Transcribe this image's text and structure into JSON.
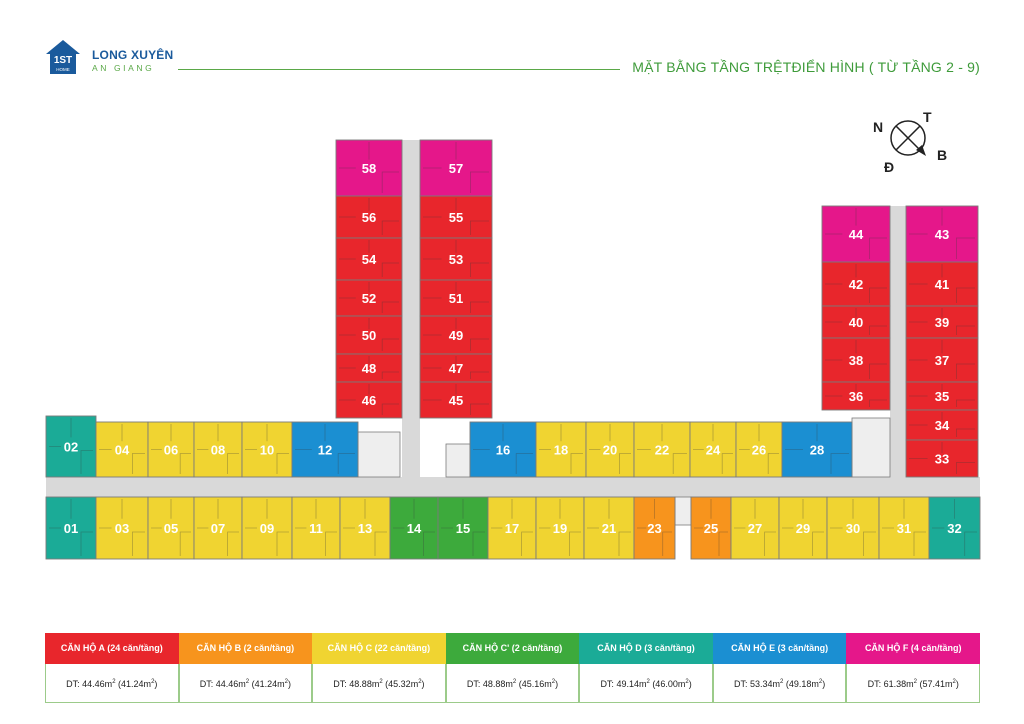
{
  "header": {
    "logo_badge": "1ST",
    "logo_badge_sub": "HOME",
    "brand_name": "LONG XUYÊN",
    "brand_sub": "AN GIANG",
    "title": "MẶT BẰNG TẦNG TRỆTĐIỂN HÌNH ( TỪ TẦNG 2 - 9)"
  },
  "compass": {
    "n": "N",
    "t": "T",
    "b": "B",
    "d": "Đ"
  },
  "colors": {
    "A": "#e8262c",
    "B": "#f7941d",
    "C": "#f0d431",
    "Cp": "#3daa3c",
    "D": "#1bab97",
    "E": "#1b8fd2",
    "F": "#e5178a",
    "corridor": "#d9d9d9",
    "line": "#7a7a7a"
  },
  "units": [
    {
      "label": "58",
      "type": "F"
    },
    {
      "label": "57",
      "type": "F"
    },
    {
      "label": "56",
      "type": "A"
    },
    {
      "label": "55",
      "type": "A"
    },
    {
      "label": "54",
      "type": "A"
    },
    {
      "label": "53",
      "type": "A"
    },
    {
      "label": "52",
      "type": "A"
    },
    {
      "label": "51",
      "type": "A"
    },
    {
      "label": "50",
      "type": "A"
    },
    {
      "label": "49",
      "type": "A"
    },
    {
      "label": "48",
      "type": "A"
    },
    {
      "label": "47",
      "type": "A"
    },
    {
      "label": "46",
      "type": "A"
    },
    {
      "label": "45",
      "type": "A"
    },
    {
      "label": "44",
      "type": "F"
    },
    {
      "label": "43",
      "type": "F"
    },
    {
      "label": "42",
      "type": "A"
    },
    {
      "label": "41",
      "type": "A"
    },
    {
      "label": "40",
      "type": "A"
    },
    {
      "label": "39",
      "type": "A"
    },
    {
      "label": "38",
      "type": "A"
    },
    {
      "label": "37",
      "type": "A"
    },
    {
      "label": "36",
      "type": "A"
    },
    {
      "label": "35",
      "type": "A"
    },
    {
      "label": "34",
      "type": "A"
    },
    {
      "label": "33",
      "type": "A"
    },
    {
      "label": "02",
      "type": "D"
    },
    {
      "label": "04",
      "type": "C"
    },
    {
      "label": "06",
      "type": "C"
    },
    {
      "label": "08",
      "type": "C"
    },
    {
      "label": "10",
      "type": "C"
    },
    {
      "label": "12",
      "type": "E"
    },
    {
      "label": "16",
      "type": "E"
    },
    {
      "label": "18",
      "type": "C"
    },
    {
      "label": "20",
      "type": "C"
    },
    {
      "label": "22",
      "type": "C"
    },
    {
      "label": "24",
      "type": "C"
    },
    {
      "label": "26",
      "type": "C"
    },
    {
      "label": "28",
      "type": "E"
    },
    {
      "label": "01",
      "type": "D"
    },
    {
      "label": "03",
      "type": "C"
    },
    {
      "label": "05",
      "type": "C"
    },
    {
      "label": "07",
      "type": "C"
    },
    {
      "label": "09",
      "type": "C"
    },
    {
      "label": "11",
      "type": "C"
    },
    {
      "label": "13",
      "type": "C"
    },
    {
      "label": "14",
      "type": "Cp"
    },
    {
      "label": "15",
      "type": "Cp"
    },
    {
      "label": "17",
      "type": "C"
    },
    {
      "label": "19",
      "type": "C"
    },
    {
      "label": "21",
      "type": "C"
    },
    {
      "label": "23",
      "type": "B"
    },
    {
      "label": "25",
      "type": "B"
    },
    {
      "label": "27",
      "type": "C"
    },
    {
      "label": "29",
      "type": "C"
    },
    {
      "label": "30",
      "type": "C"
    },
    {
      "label": "31",
      "type": "C"
    },
    {
      "label": "32",
      "type": "D"
    }
  ],
  "legend": [
    {
      "type": "A",
      "label": "CĂN HỘ A (24 căn/tầng)",
      "area": "DT: 44.46m",
      "area2": " (41.24m",
      "area3": ")"
    },
    {
      "type": "B",
      "label": "CĂN HỘ B (2 căn/tầng)",
      "area": "DT: 44.46m",
      "area2": " (41.24m",
      "area3": ")"
    },
    {
      "type": "C",
      "label": "CĂN HỘ C (22 căn/tầng)",
      "area": "DT: 48.88m",
      "area2": " (45.32m",
      "area3": ")"
    },
    {
      "type": "Cp",
      "label": "CĂN HỘ C' (2 căn/tầng)",
      "area": "DT: 48.88m",
      "area2": " (45.16m",
      "area3": ")"
    },
    {
      "type": "D",
      "label": "CĂN HỘ D (3 căn/tầng)",
      "area": "DT: 49.14m",
      "area2": " (46.00m",
      "area3": ")"
    },
    {
      "type": "E",
      "label": "CĂN HỘ E (3 căn/tầng)",
      "area": "DT: 53.34m",
      "area2": " (49.18m",
      "area3": ")"
    },
    {
      "type": "F",
      "label": "CĂN HỘ F (4 căn/tầng)",
      "area": "DT: 61.38m",
      "area2": " (57.41m",
      "area3": ")"
    }
  ]
}
